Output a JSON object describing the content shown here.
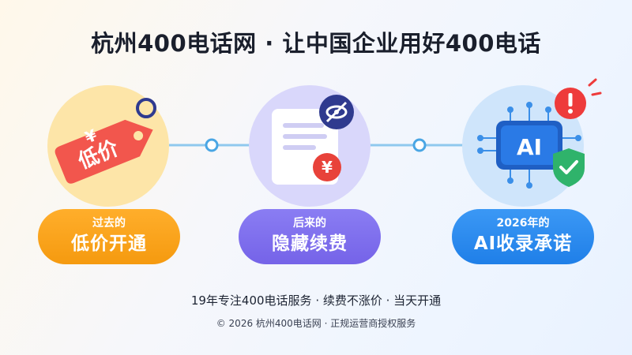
{
  "header": {
    "title": "杭州400电话网 · 让中国企业用好400电话"
  },
  "steps": [
    {
      "icon": "price-tag-icon",
      "tag_text": "低价",
      "tag_symbol": "¥",
      "small": "过去的",
      "big": "低价开通",
      "color": "#f7a01a"
    },
    {
      "icon": "hidden-fee-document-icon",
      "symbol": "¥",
      "small": "后来的",
      "big": "隐藏续费",
      "color": "#7b68ee"
    },
    {
      "icon": "ai-chip-icon",
      "chip_text": "AI",
      "small": "2026年的",
      "big": "AI收录承诺",
      "color": "#2a88f0"
    }
  ],
  "footer": {
    "tagline": "19年专注400电话服务 · 续费不涨价 · 当天开通",
    "copyright": "© 2026 杭州400电话网 · 正规运营商授权服务"
  },
  "colors": {
    "orange": "#f7a01a",
    "purple": "#7b68ee",
    "blue": "#2a88f0",
    "tag_red": "#f2564d"
  }
}
